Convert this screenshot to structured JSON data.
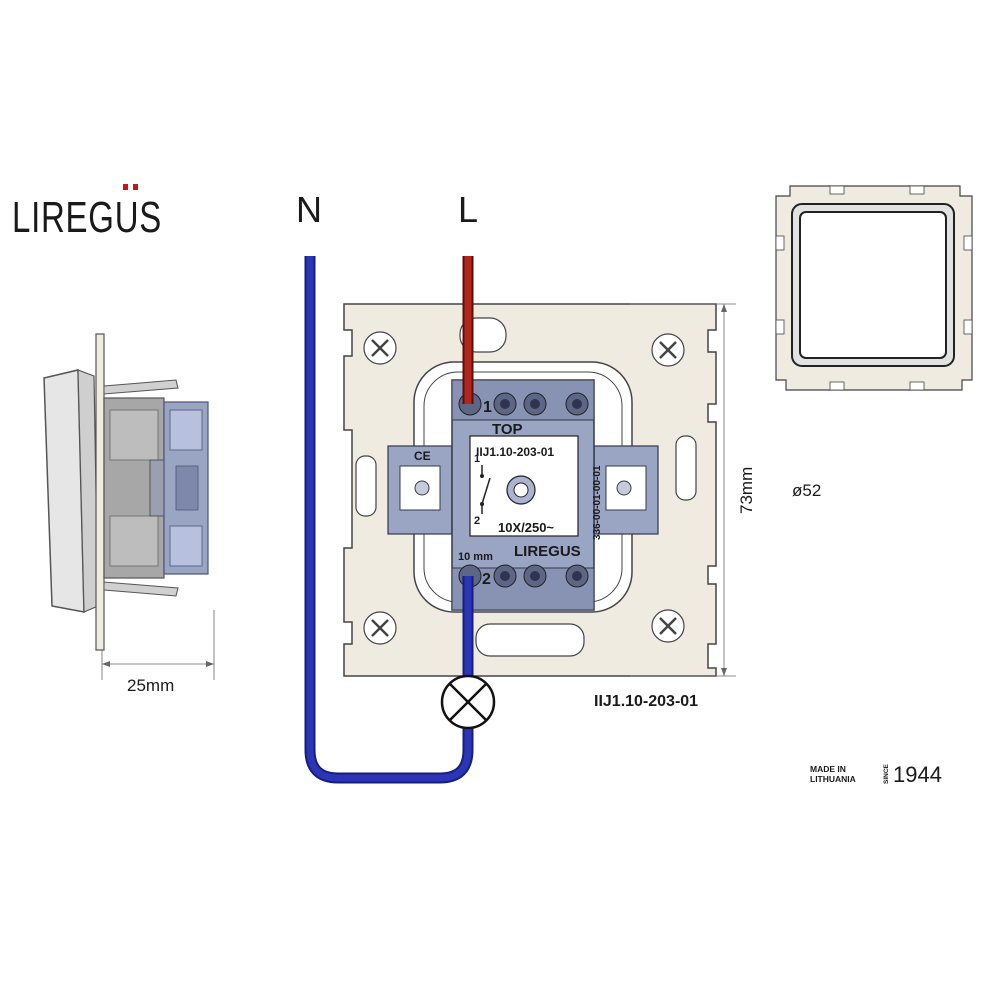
{
  "brand": {
    "logo_text": "LIREGUS",
    "logo_color": "#4a4a4a",
    "logo_accent": "#c4161c"
  },
  "wiring": {
    "neutral_label": "N",
    "live_label": "L",
    "neutral_color": "#2b35b8",
    "live_color": "#b3261e",
    "lamp_icon": "lamp-cross-circle-icon"
  },
  "mechanism": {
    "top_label": "TOP",
    "model_plate": "IIJ1.10-203-01",
    "rating": "10X/250~",
    "strip_length": "10 mm",
    "brand_mark": "LIREGUS",
    "side_code": "336-00-01-00-01",
    "terminal_1": "1",
    "terminal_2": "2",
    "switch_pos_1": "1",
    "switch_pos_2": "2",
    "ce_mark": "CE",
    "plate_color": "#f0ebe0",
    "body_color": "#9aa5c4"
  },
  "dimensions": {
    "depth": "25mm",
    "height": "73mm",
    "diameter": "ø52"
  },
  "model_caption": "IIJ1.10-203-01",
  "origin": {
    "line1": "MADE IN",
    "line2": "LITHUANIA",
    "since": "SINCE",
    "year": "1944",
    "year_color": "#8ab83a",
    "since_color": "#c4161c"
  }
}
